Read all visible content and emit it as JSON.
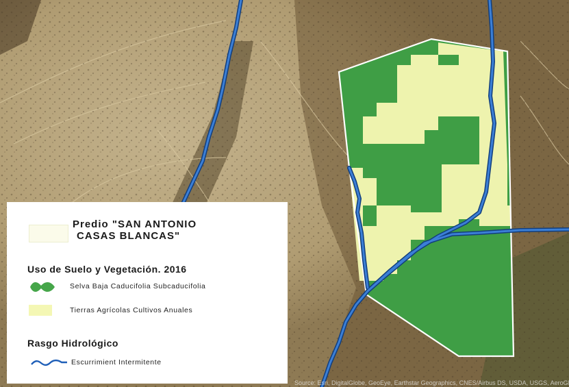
{
  "legend": {
    "predio_line1": "Predio \"SAN ANTONIO",
    "predio_line2": "CASAS BLANCAS\"",
    "land_use_title": "Uso de Suelo y Vegetación. 2016",
    "land_use_items": [
      {
        "label": "Selva Baja Caducifolia Subcaducifolia",
        "color": "#46a64a"
      },
      {
        "label": "Tierras Agrícolas Cultivos Anuales",
        "color": "#f4f7b4"
      }
    ],
    "hydro_title": "Rasgo Hidrológico",
    "hydro_items": [
      {
        "label": "Escurrimient Intermitente",
        "color": "#1f5fb8"
      }
    ]
  },
  "colors": {
    "selva": "#3f9e45",
    "agricola": "#eef3ae",
    "river": "#1c5fb5",
    "boundary": "#ffffff",
    "satellite_light": "#b9a77f",
    "satellite_dark": "#6e5c3d"
  },
  "attribution": "Source: Esri, DigitalGlobe, GeoEye, Earthstar Geographics, CNES/Airbus DS, USDA, USGS, AeroGRID, IGN, and the GIS User Community"
}
